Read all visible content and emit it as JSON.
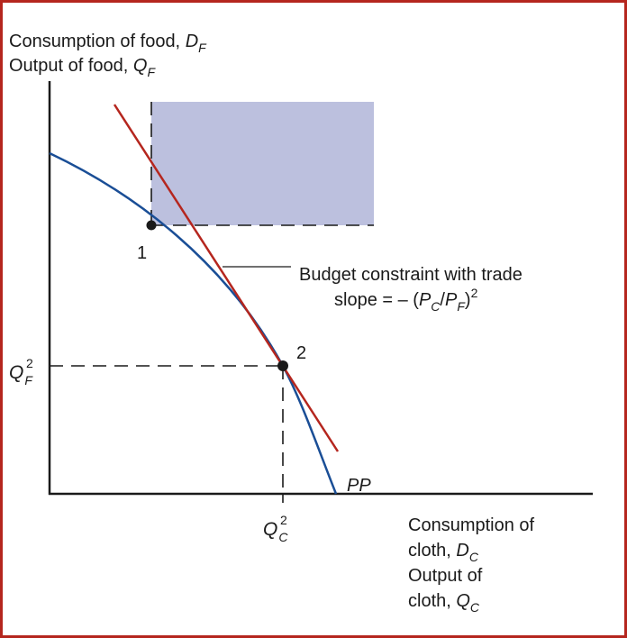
{
  "colors": {
    "frame": "#b5261e",
    "pp_curve": "#1a4e96",
    "budget_line": "#b5261e",
    "shaded_region": "#bcc0de",
    "axes": "#1a1a1a"
  },
  "y_axis_label": {
    "line1_text": "Consumption of food, ",
    "line1_var": "D",
    "line1_sub": "F",
    "line2_text": "Output of food, ",
    "line2_var": "Q",
    "line2_sub": "F"
  },
  "x_axis_label": {
    "line1": "Consumption of",
    "line2_text": "cloth, ",
    "line2_var": "D",
    "line2_sub": "C",
    "line3": "Output of",
    "line4_text": "cloth, ",
    "line4_var": "Q",
    "line4_sub": "C"
  },
  "points": {
    "point1_label": "1",
    "point2_label": "2"
  },
  "y_tick": {
    "var": "Q",
    "sub": "F",
    "sup": "2"
  },
  "x_tick": {
    "var": "Q",
    "sub": "C",
    "sup": "2"
  },
  "curve_label": "PP",
  "budget_annotation": {
    "line1": "Budget constraint with trade",
    "line2_prefix": "slope = – (",
    "line2_p1": "P",
    "line2_sub1": "C",
    "line2_slash": "/",
    "line2_p2": "P",
    "line2_sub2": "F",
    "line2_suffix": ")",
    "line2_sup": "2"
  }
}
